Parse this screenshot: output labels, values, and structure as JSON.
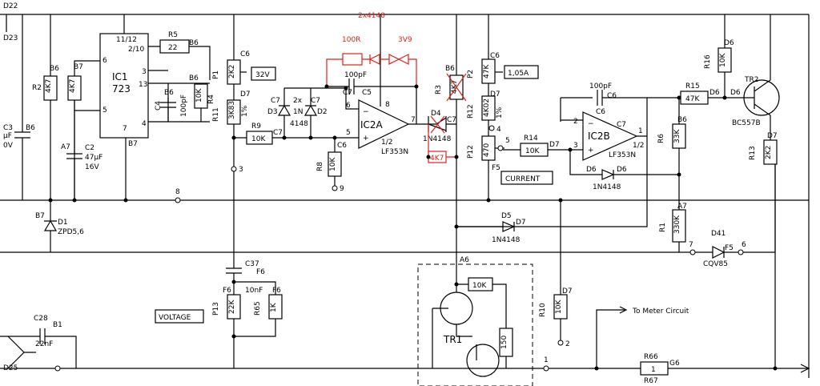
{
  "labels": {
    "d22": "D22",
    "d23": "D23",
    "d25": "D25",
    "c3": "C3",
    "c3_val": "µF",
    "c3_v": "0V",
    "b6": "B6",
    "b7": "B7",
    "a7": "A7",
    "c6": "C6",
    "c7": "C7",
    "d6": "D6",
    "d7": "D7",
    "f5": "F5",
    "f6": "F6",
    "g6": "G6",
    "b1": "B1",
    "a6": "A6",
    "r2": "R2",
    "r2_val": "4K7",
    "r4": "R4",
    "r4_val": "10K",
    "r5": "R5",
    "r5_val": "22",
    "ic1": "IC1",
    "ic1_type": "723",
    "ic1_pin1112": "11/12",
    "ic1_pin210": "2/10",
    "pin6": "6",
    "pin5": "5",
    "pin7": "7",
    "pin3": "3",
    "pin13": "13",
    "pin4": "4",
    "c2": "C2",
    "c2_val": "47µF",
    "c2_v": "16V",
    "c4": "C4",
    "c4_val": "100pF",
    "d1": "D1",
    "d1_val": "ZPD5,6",
    "p1": "P1",
    "p1_val": "2K2",
    "v32": "32V",
    "r11": "R11",
    "r11_val": "3K83",
    "r11_tol": "1%",
    "r9": "R9",
    "r9_val": "10K",
    "d3": "D3",
    "d2": "D2",
    "d23x": "2x",
    "d23x_type": "1N",
    "d23x_num": "4148",
    "c5": "C5",
    "c5_val": "100pF",
    "ic2a": "IC2A",
    "ic2a_half": "1/2",
    "ic2a_type": "LF353N",
    "pin8": "8",
    "r8": "R8",
    "r8_val": "10K",
    "node9": "9",
    "node8": "8",
    "node3": "3",
    "mod_2x4148": "2x4148",
    "mod_100r": "100R",
    "mod_3v9": "3V9",
    "mod_4k7": "4K7",
    "r3": "R3",
    "r3_val": "4K7",
    "d4": "D4",
    "d4_val": "1N4148",
    "p2": "P2",
    "p2_val": "47K",
    "a105": "1,05A",
    "r12": "R12",
    "r12_val": "4K02",
    "r12_tol": "1%",
    "p12": "P12",
    "p12_val": "470",
    "r14": "R14",
    "r14_val": "10K",
    "current": "CURRENT",
    "c6l": "C6",
    "c6_val": "100pF",
    "ic2b": "IC2B",
    "ic2b_half": "1/2",
    "ic2b_type": "LF353N",
    "pin1": "1",
    "pin2": "2",
    "d6l": "D6",
    "d6_val": "1N4148",
    "d5": "D5",
    "d5_val": "1N4148",
    "r6": "R6",
    "r6_val": "33K",
    "r15": "R15",
    "r15_val": "47K",
    "r16": "R16",
    "r16_val": "10K",
    "tr2": "TR2",
    "tr2_type": "BC557B",
    "r13": "R13",
    "r13_val": "2K2",
    "r1": "R1",
    "r1_val": "330K",
    "d41": "D41",
    "d41_val": "CQV85",
    "c37": "C37",
    "c37_val": "10nF",
    "p13": "P13",
    "p13_val": "22K",
    "r65": "R65",
    "r65_val": "1K",
    "voltage": "VOLTAGE",
    "c28": "C28",
    "c28_val": "22nF",
    "tr1": "TR1",
    "r_10k": "10K",
    "r_150": "150",
    "r10": "R10",
    "r10_val": "10K",
    "to_meter": "To Meter Circuit",
    "r66": "R66",
    "r66_val": "1",
    "r67": "R67",
    "node1": "1",
    "node2": "2",
    "node7": "7",
    "node6": "6",
    "node4": "4",
    "node5": "5"
  },
  "colors": {
    "ink": "#000000",
    "modification": "#e0201a"
  }
}
